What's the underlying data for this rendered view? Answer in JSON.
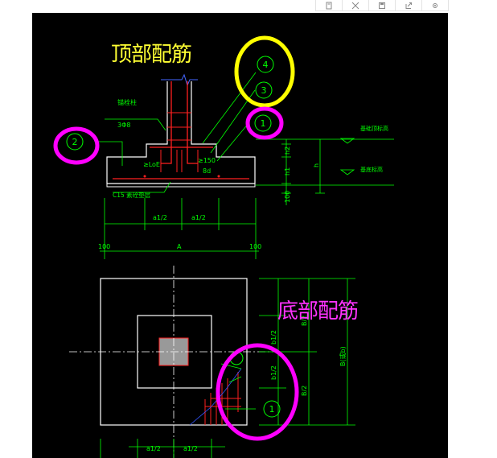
{
  "toolbar": {
    "buttons": [
      {
        "icon": "copy-icon"
      },
      {
        "icon": "expand-icon"
      },
      {
        "icon": "save-icon"
      },
      {
        "icon": "share-icon"
      },
      {
        "icon": "gear-icon"
      }
    ]
  },
  "drawing": {
    "title_top": "顶部配筋",
    "title_bottom": "底部配筋",
    "labels": {
      "anchor": "锚栓柱",
      "bar_spec": "3Φ8",
      "loe": "≥LoE",
      "s150": "≥150",
      "d8": "8d",
      "h2": "h2",
      "h1": "h1",
      "h": "h",
      "d100": "100",
      "c15": "C15 素砼垫层",
      "a12_left": "a1/2",
      "a12_right": "a1/2",
      "dim100_left": "100",
      "dimA": "A",
      "dim100_right": "100",
      "elev_top": "基础顶标高",
      "elev_bottom": "基底标高",
      "b12_upper": "b1/2",
      "b12_lower": "b1/2",
      "B2_upper": "B/2",
      "B2_lower": "B/2",
      "B_total": "B(或b)",
      "bottom_a12_left": "a1/2",
      "bottom_a12_right": "a1/2"
    },
    "markers": [
      "1",
      "2",
      "3",
      "4"
    ],
    "colors": {
      "background": "#000000",
      "dimension": "#00ff00",
      "outline": "#ffffff",
      "rebar": "#ff2020",
      "highlight_yellow": "#ffff00",
      "highlight_magenta": "#ff00ff",
      "column": "#999999",
      "blue": "#3355ff"
    }
  }
}
